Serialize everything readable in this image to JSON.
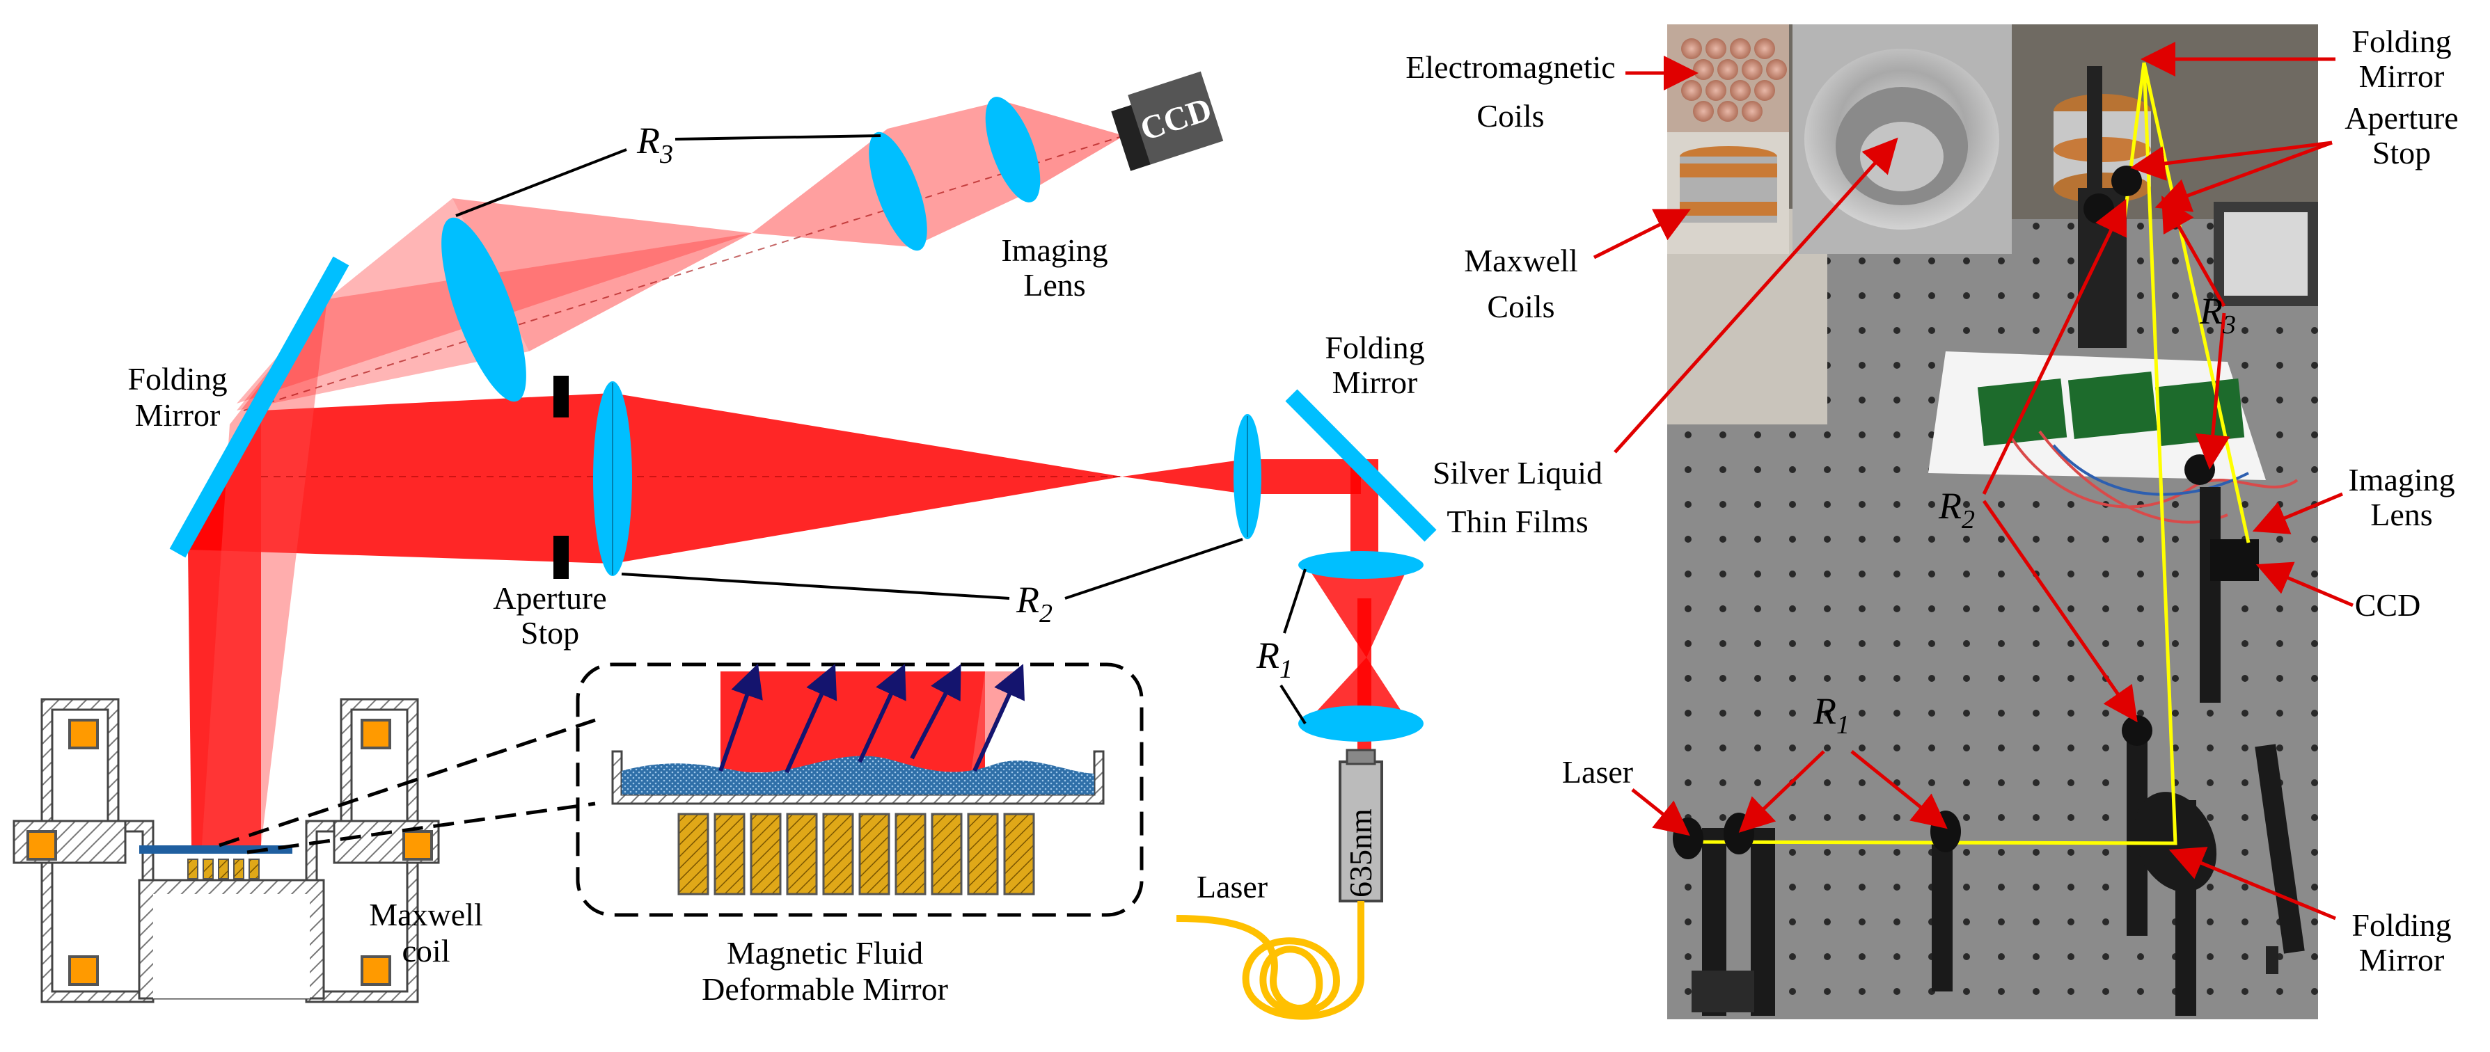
{
  "schematic": {
    "labels": {
      "r3": "R",
      "r3_sub": "3",
      "ccd": "CCD",
      "imaging_lens_l1": "Imaging",
      "imaging_lens_l2": "Lens",
      "folding_mirror_left_l1": "Folding",
      "folding_mirror_left_l2": "Mirror",
      "folding_mirror_right_l1": "Folding",
      "folding_mirror_right_l2": "Mirror",
      "aperture_stop_l1": "Aperture",
      "aperture_stop_l2": "Stop",
      "r2": "R",
      "r2_sub": "2",
      "r1": "R",
      "r1_sub": "1",
      "laser_source": "635nm",
      "laser": "Laser",
      "maxwell_coil_l1": "Maxwell",
      "maxwell_coil_l2": "coil",
      "mfdm_l1": "Magnetic Fluid",
      "mfdm_l2": "Deformable Mirror"
    }
  },
  "photo": {
    "labels": {
      "electromagnetic_coils_l1": "Electromagnetic",
      "electromagnetic_coils_l2": "Coils",
      "maxwell_coils_l1": "Maxwell",
      "maxwell_coils_l2": "Coils",
      "silver_liquid_l1": "Silver Liquid",
      "silver_liquid_l2": "Thin Films",
      "folding_mirror_top_l1": "Folding",
      "folding_mirror_top_l2": "Mirror",
      "aperture_stop_l1": "Aperture",
      "aperture_stop_l2": "Stop",
      "r3": "R",
      "r3_sub": "3",
      "imaging_lens_l1": "Imaging",
      "imaging_lens_l2": "Lens",
      "r2": "R",
      "r2_sub": "2",
      "ccd": "CCD",
      "r1": "R",
      "r1_sub": "1",
      "laser": "Laser",
      "folding_mirror_bottom_l1": "Folding",
      "folding_mirror_bottom_l2": "Mirror"
    }
  },
  "colors": {
    "beam": "#ff0000",
    "lens": "#00bfff",
    "coil": "#ff9a00",
    "fiber": "#ffc000",
    "annotation": "#ff0000",
    "yellow_beam": "#ffff00",
    "table": "#8f8f8f"
  }
}
